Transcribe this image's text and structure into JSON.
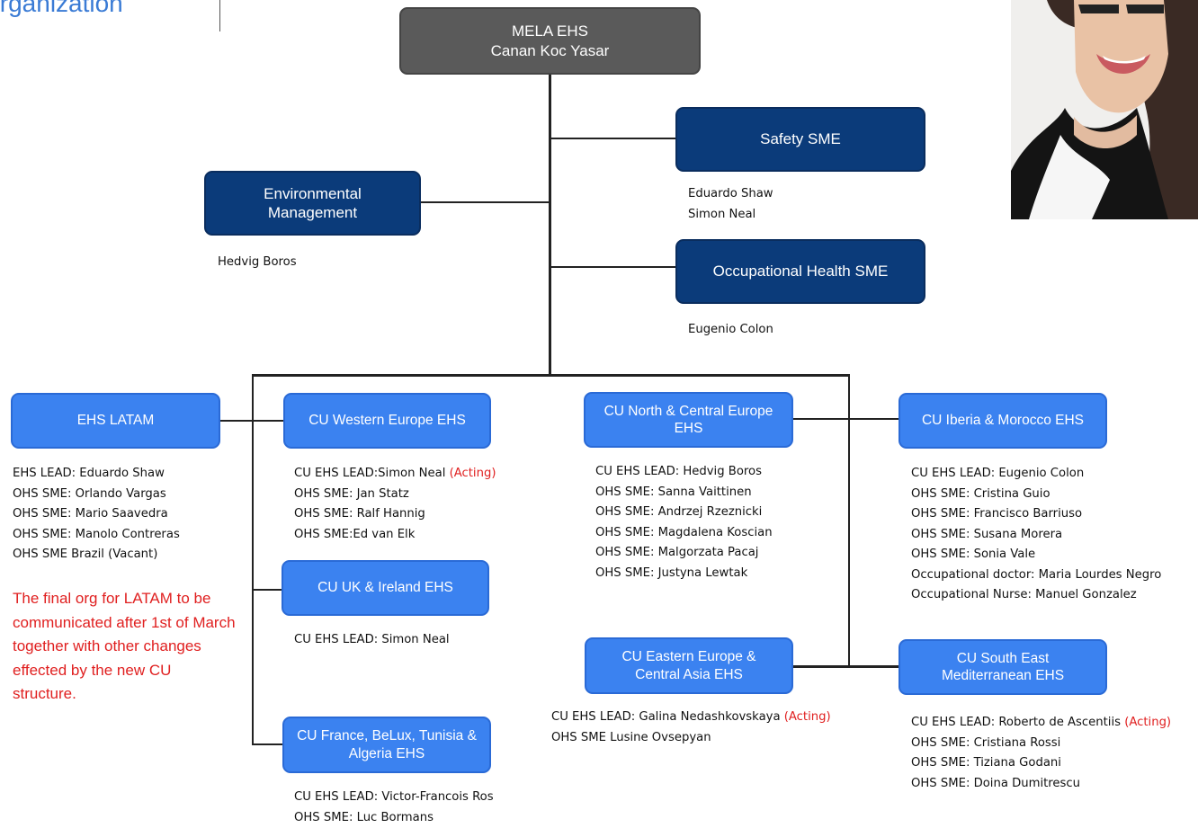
{
  "title": "Organization",
  "top": {
    "line1": "MELA EHS",
    "line2": "Canan  Koc Yasar"
  },
  "env": {
    "label": "Environmental Management",
    "names": [
      "Hedvig Boros"
    ]
  },
  "safety": {
    "label": "Safety SME",
    "names": [
      "Eduardo Shaw",
      "Simon Neal"
    ]
  },
  "occ": {
    "label": "Occupational Health SME",
    "names": [
      "Eugenio Colon"
    ]
  },
  "latam": {
    "label": "EHS LATAM",
    "members": [
      "EHS LEAD: Eduardo Shaw",
      "OHS SME: Orlando Vargas",
      "OHS SME: Mario Saavedra",
      "OHS SME: Manolo Contreras",
      "OHS SME Brazil (Vacant)"
    ],
    "note": "The final org for LATAM to be communicated after 1st of March together with other changes effected by the new CU structure."
  },
  "west": {
    "label": "CU Western Europe EHS",
    "lead": "CU EHS LEAD:Simon Neal ",
    "lead_note": "(Acting)",
    "members": [
      "OHS SME: Jan Statz",
      "OHS SME: Ralf Hannig",
      "OHS SME:Ed van Elk"
    ]
  },
  "uk": {
    "label": "CU UK & Ireland EHS",
    "members": [
      "CU EHS LEAD: Simon Neal"
    ]
  },
  "france": {
    "label": "CU France, BeLux, Tunisia & Algeria EHS",
    "members": [
      "CU EHS LEAD: Victor-Francois Ros",
      "OHS SME: Luc Bormans"
    ]
  },
  "north": {
    "label": "CU North & Central Europe EHS",
    "members": [
      "CU EHS LEAD: Hedvig Boros",
      "OHS SME: Sanna Vaittinen",
      "OHS SME: Andrzej Rzeznicki",
      "OHS SME: Magdalena Koscian",
      "OHS SME: Malgorzata Pacaj",
      "OHS SME: Justyna Lewtak"
    ]
  },
  "eastern": {
    "label": "CU Eastern Europe & Central Asia EHS",
    "lead": "CU EHS LEAD: Galina Nedashkovskaya ",
    "lead_note": "(Acting)",
    "members": [
      "OHS SME Lusine Ovsepyan"
    ]
  },
  "iberia": {
    "label": "CU Iberia & Morocco EHS",
    "members": [
      "CU EHS LEAD: Eugenio Colon",
      "OHS SME: Cristina Guio",
      "OHS SME: Francisco Barriuso",
      "OHS SME: Susana Morera",
      "OHS SME: Sonia Vale",
      "Occupational doctor: Maria Lourdes Negro",
      "Occupational Nurse: Manuel Gonzalez"
    ]
  },
  "southeast": {
    "label": "CU South East Mediterranean EHS",
    "lead": "CU EHS LEAD: Roberto de Ascentiis ",
    "lead_note": "(Acting)",
    "members": [
      "OHS SME: Cristiana Rossi",
      "OHS SME: Tiziana Godani",
      "OHS SME: Doina Dumitrescu"
    ]
  },
  "colors": {
    "dark_box": "#0b3b7a",
    "bright_box": "#3b82f0",
    "top_box": "#5a5a5a",
    "acting": "#e02020",
    "title": "#3a7bd5"
  }
}
